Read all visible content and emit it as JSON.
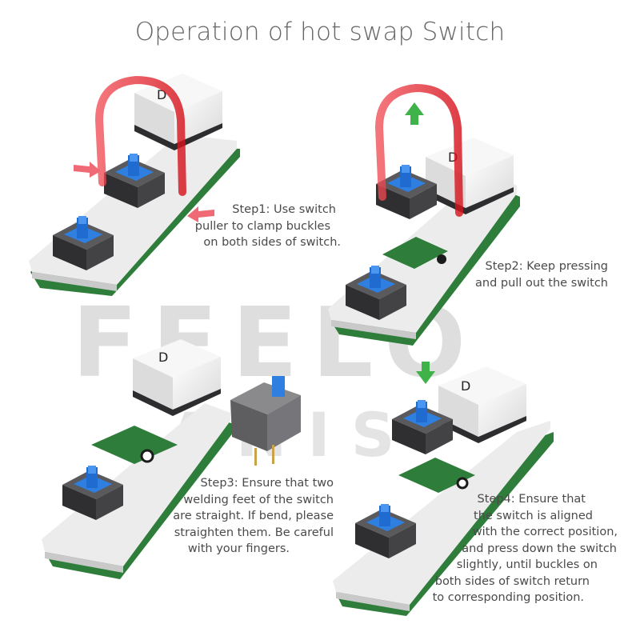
{
  "title": "Operation of hot swap Switch",
  "watermark": "FEELO",
  "keycap_letter": "D",
  "colors": {
    "pcb_green": "#2e7d3a",
    "plate_white": "#ececec",
    "switch_blue": "#2f7fe0",
    "housing_dark": "#3a3a3c",
    "puller_red": "#e8212b",
    "arrow_green": "#3fb24a",
    "arrow_pink": "#f06a76",
    "watermark_gray": "#bfbfbf"
  },
  "steps": {
    "step1": [
      "Step1: Use switch",
      "puller to clamp buckles",
      "on both sides of switch."
    ],
    "step2": [
      "Step2: Keep pressing",
      "and pull out the switch"
    ],
    "step3": [
      "Step3: Ensure that two",
      "welding feet of the switch",
      "are straight. If bend, please",
      "straighten them. Be careful",
      "with your fingers."
    ],
    "step4": [
      "Step4: Ensure that",
      "the switch is aligned",
      "with the correct position,",
      "and press down the switch",
      "slightly, until buckles on",
      "both sides of switch return",
      "to corresponding position."
    ]
  }
}
